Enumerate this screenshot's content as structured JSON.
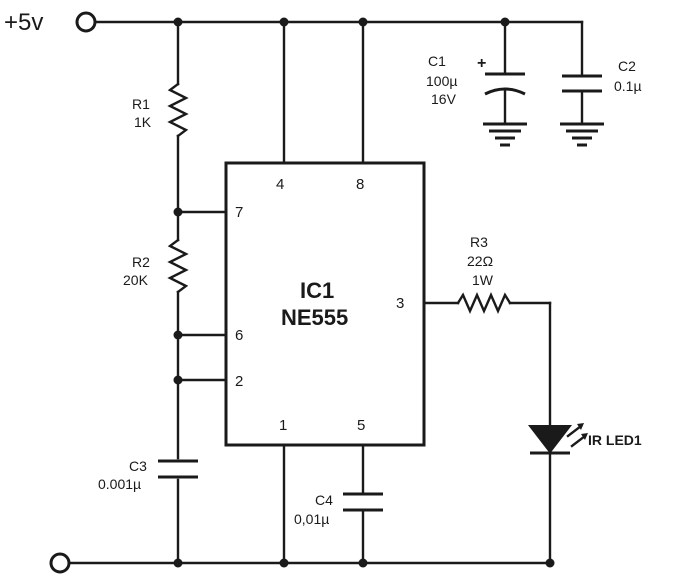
{
  "supply": {
    "positive_label": "+5v"
  },
  "ic": {
    "name": "IC1",
    "part": "NE555",
    "pins": {
      "p1": "1",
      "p2": "2",
      "p3": "3",
      "p4": "4",
      "p5": "5",
      "p6": "6",
      "p7": "7",
      "p8": "8"
    }
  },
  "r1": {
    "name": "R1",
    "value": "1K"
  },
  "r2": {
    "name": "R2",
    "value": "20K"
  },
  "r3": {
    "name": "R3",
    "value": "22Ω",
    "power": "1W"
  },
  "c1": {
    "name": "C1",
    "value": "100µ",
    "voltage": "16V"
  },
  "c2": {
    "name": "C2",
    "value": "0.1µ"
  },
  "c3": {
    "name": "C3",
    "value": "0.001µ"
  },
  "c4": {
    "name": "C4",
    "value": "0,01µ"
  },
  "led": {
    "name": "IR LED1"
  }
}
